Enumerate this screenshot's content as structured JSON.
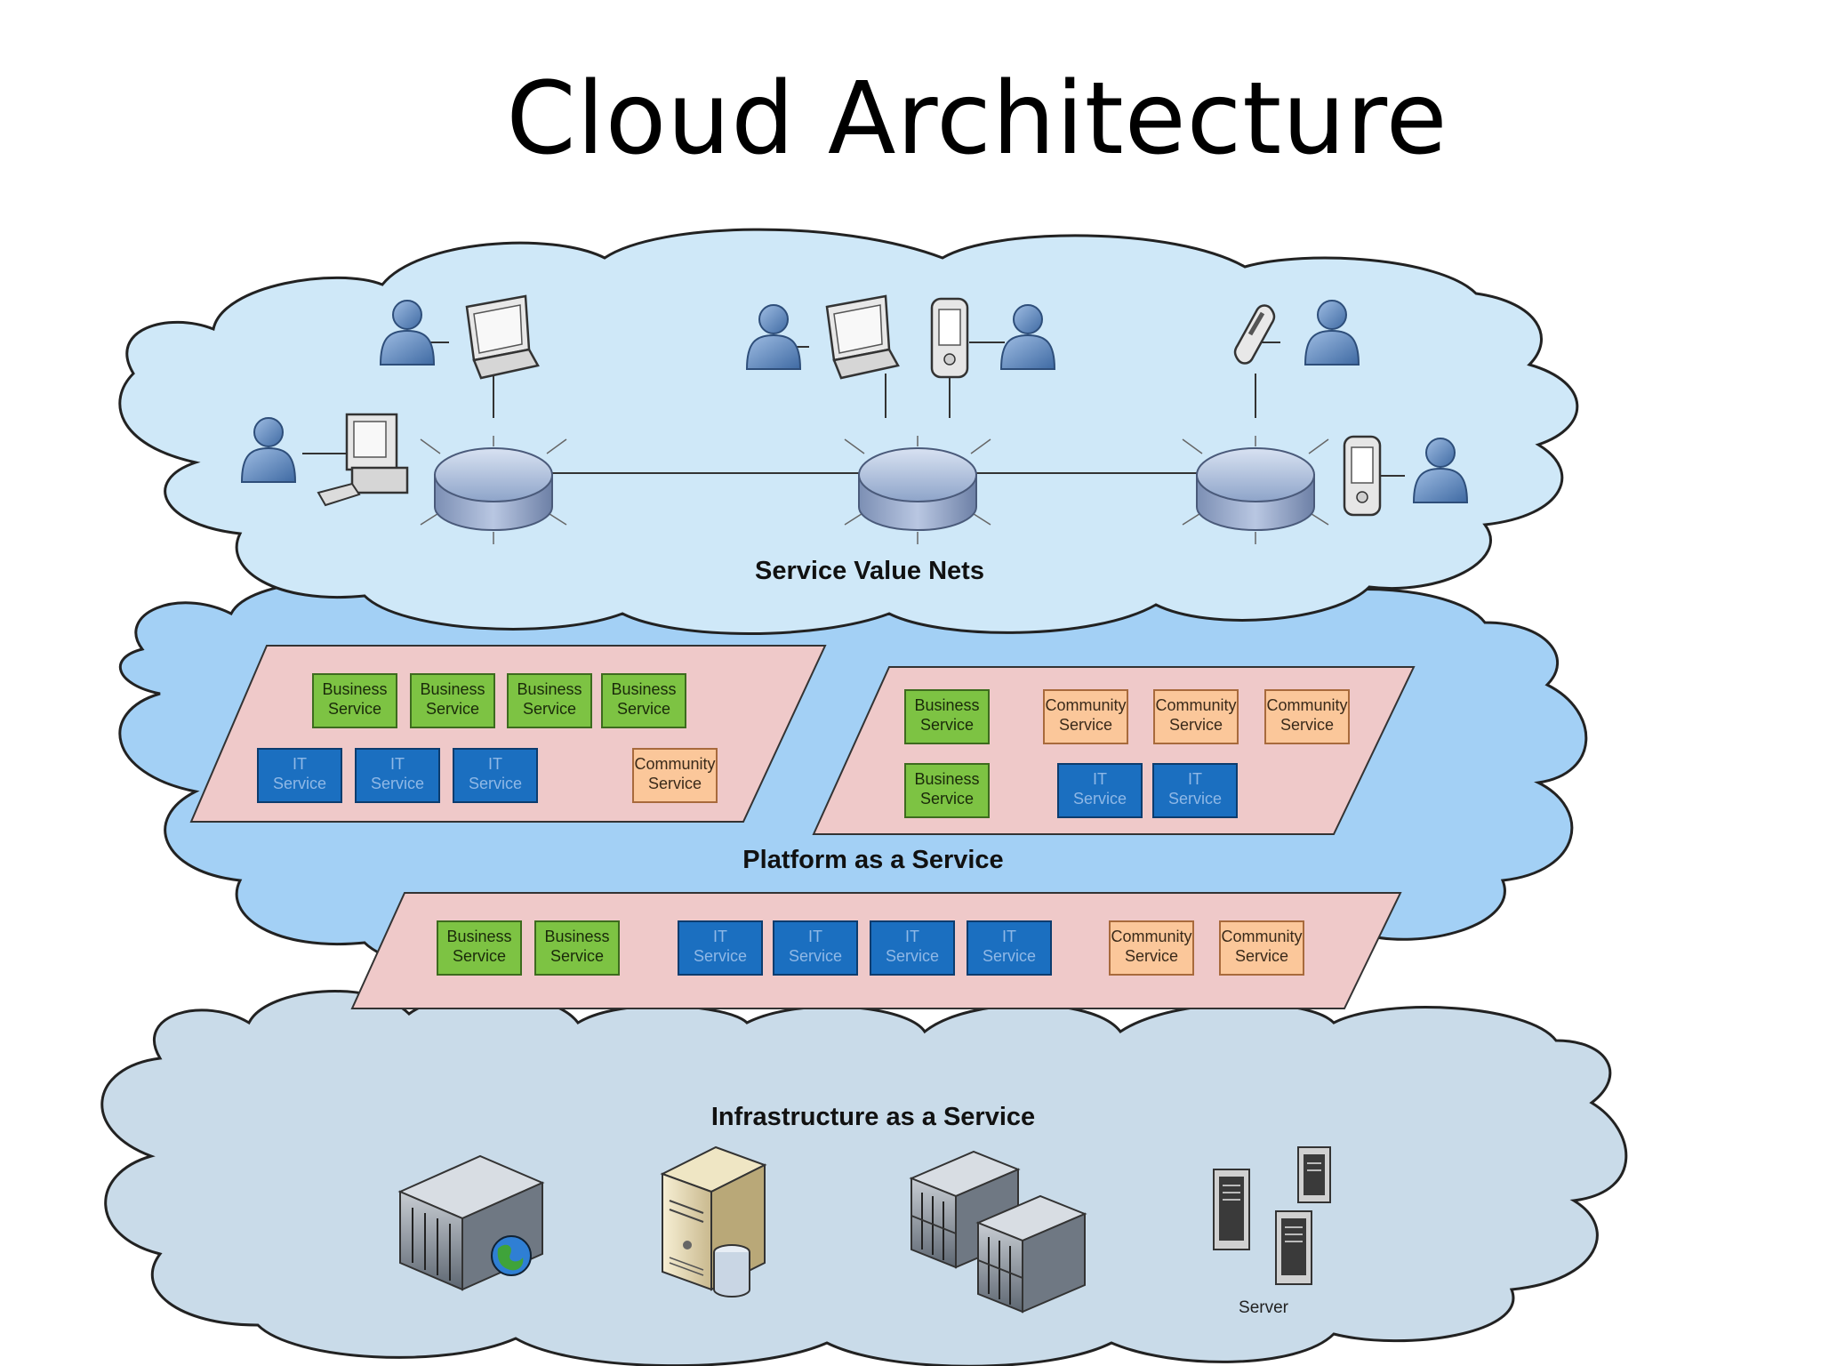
{
  "title": "Cloud Architecture",
  "layers": {
    "svn": {
      "label": "Service Value Nets"
    },
    "paas": {
      "label": "Platform as a Service"
    },
    "iaas": {
      "label": "Infrastructure as a Service",
      "server_label": "Server"
    }
  },
  "service_types": {
    "business": {
      "line1": "Business",
      "line2": "Service",
      "fill": "#7dc343",
      "stroke": "#3d6b1e",
      "text": "#1a2a0a"
    },
    "it": {
      "line1": "IT",
      "line2": "Service",
      "fill": "#1b6fc0",
      "stroke": "#0c3c6e",
      "text": "#8fb8e6"
    },
    "community": {
      "line1": "Community",
      "line2": "Service",
      "fill": "#fbc79a",
      "stroke": "#a86a3c",
      "text": "#3a2a1a"
    }
  },
  "panels": [
    {
      "name": "paas-panel-left",
      "rows": [
        [
          "business",
          "business",
          "business",
          "business"
        ],
        [
          "it",
          "it",
          "it",
          "community"
        ]
      ]
    },
    {
      "name": "paas-panel-right",
      "rows": [
        [
          "business",
          "community",
          "community",
          "community"
        ],
        [
          "business",
          "it",
          "it"
        ]
      ]
    },
    {
      "name": "paas-panel-bottom",
      "rows": [
        [
          "business",
          "business",
          "it",
          "it",
          "it",
          "it",
          "community",
          "community"
        ]
      ]
    }
  ],
  "colors": {
    "svn_cloud": "#cfe8f8",
    "paas_cloud": "#a3d0f5",
    "iaas_cloud": "#c9dbe9",
    "panel": "#efc9c9",
    "user": "#6a8fbf",
    "hub": "#9aaed0"
  },
  "icons": [
    "user-icon",
    "laptop-icon",
    "desktop-computer-icon",
    "pda-icon",
    "mobile-phone-icon",
    "network-hub-icon",
    "web-server-icon",
    "database-server-icon",
    "server-rack-icon",
    "server-tower-icon"
  ]
}
